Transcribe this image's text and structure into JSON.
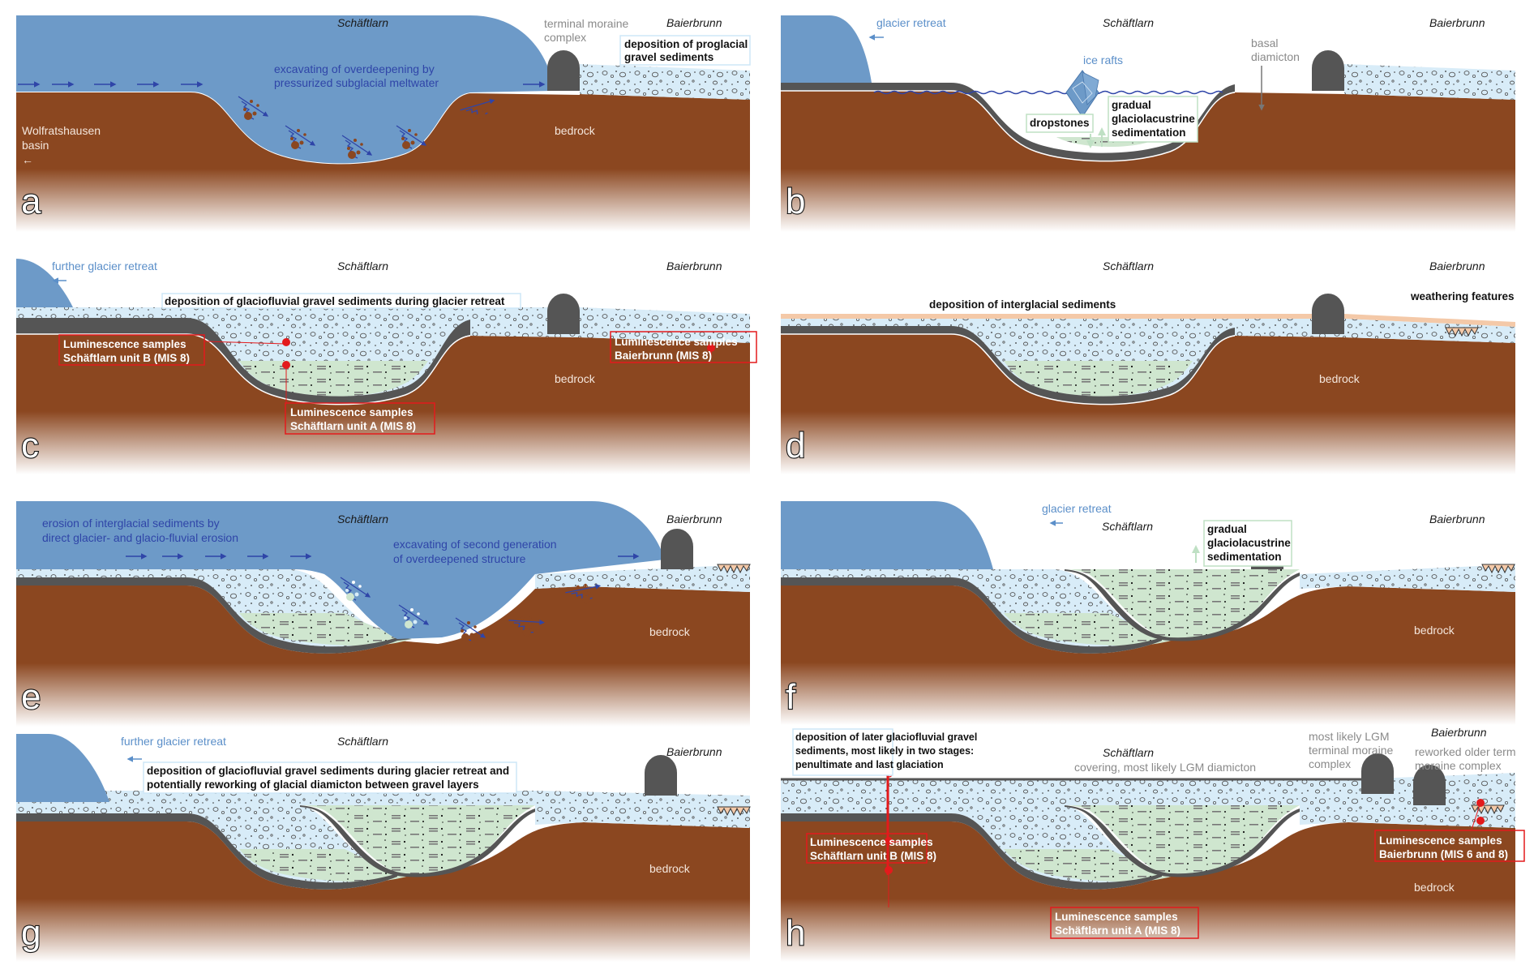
{
  "colors": {
    "ice": "#6d9ac8",
    "bedrock": "#8b4720",
    "diamicton": "#555555",
    "gravel": "#d8ecf8",
    "lacustrine": "#cfe6cf",
    "interglacial": "#f4c9a8",
    "sample_red": "#e31a1c",
    "arrow_blue": "#2f45a8",
    "label_blue": "#5b8fc9"
  },
  "places": {
    "schaeftlarn": "Schäftlarn",
    "baierbrunn": "Baierbrunn"
  },
  "panels": {
    "a": {
      "letter": "a",
      "glacier_text": [
        "excavating of overdeepening by",
        "pressurized subglacial meltwater"
      ],
      "moraine_label": [
        "terminal moraine",
        "complex"
      ],
      "deposition_box": [
        "deposition of  proglacial",
        "gravel sediments"
      ],
      "basin_label": [
        "Wolfratshausen",
        "basin"
      ],
      "basin_arrow": "←",
      "bedrock": "bedrock"
    },
    "b": {
      "letter": "b",
      "retreat_label": "glacier retreat",
      "ice_rafts": "ice rafts",
      "basal_label": [
        "basal",
        "diamicton"
      ],
      "dropstones": "dropstones",
      "sedimentation_box": [
        "gradual",
        "glaciolacustrine",
        "sedimentation"
      ]
    },
    "c": {
      "letter": "c",
      "retreat_label": "further glacier retreat",
      "deposition_box": "deposition of glaciofluvial gravel sediments during glacier retreat",
      "sample_b": [
        "Luminescence samples",
        "Schäftlarn unit B (MIS 8)"
      ],
      "sample_a": [
        "Luminescence samples",
        "Schäftlarn unit A (MIS 8)"
      ],
      "sample_baierbrunn": [
        "Luminescence samples",
        "Baierbrunn (MIS 8)"
      ],
      "bedrock": "bedrock"
    },
    "d": {
      "letter": "d",
      "deposition_label": "deposition of interglacial sediments",
      "weathering_label": "weathering features",
      "bedrock": "bedrock"
    },
    "e": {
      "letter": "e",
      "erosion_text": [
        "erosion of interglacial sediments by",
        "direct glacier- and glacio-fluvial erosion"
      ],
      "excavating_text": [
        "excavating of second generation",
        "of overdeepened structure"
      ],
      "bedrock": "bedrock"
    },
    "f": {
      "letter": "f",
      "retreat_label": "glacier retreat",
      "sedimentation_box": [
        "gradual",
        "glaciolacustrine",
        "sedimentation"
      ],
      "bedrock": "bedrock"
    },
    "g": {
      "letter": "g",
      "retreat_label": "further glacier retreat",
      "deposition_box": [
        "deposition of glaciofluvial gravel sediments during glacier retreat and",
        "potentially reworking of glacial diamicton between gravel layers"
      ],
      "bedrock": "bedrock"
    },
    "h": {
      "letter": "h",
      "deposition_box": [
        "deposition of later glaciofluvial gravel",
        "sediments, most likely in two stages:",
        "penultimate and last glaciation"
      ],
      "drill_core": "drill-core",
      "covering_label": "covering, most likely LGM diamicton",
      "lgm_moraine": [
        "most likely LGM",
        "terminal moraine",
        "complex"
      ],
      "reworked_moraine": [
        "reworked older term",
        "moraine complex"
      ],
      "sample_b": [
        "Luminescence samples",
        "Schäftlarn unit B (MIS 8)"
      ],
      "sample_a": [
        "Luminescence samples",
        "Schäftlarn unit A (MIS 8)"
      ],
      "sample_baierbrunn": [
        "Luminescence samples",
        "Baierbrunn (MIS 6 and 8)"
      ],
      "bedrock": "bedrock"
    }
  }
}
